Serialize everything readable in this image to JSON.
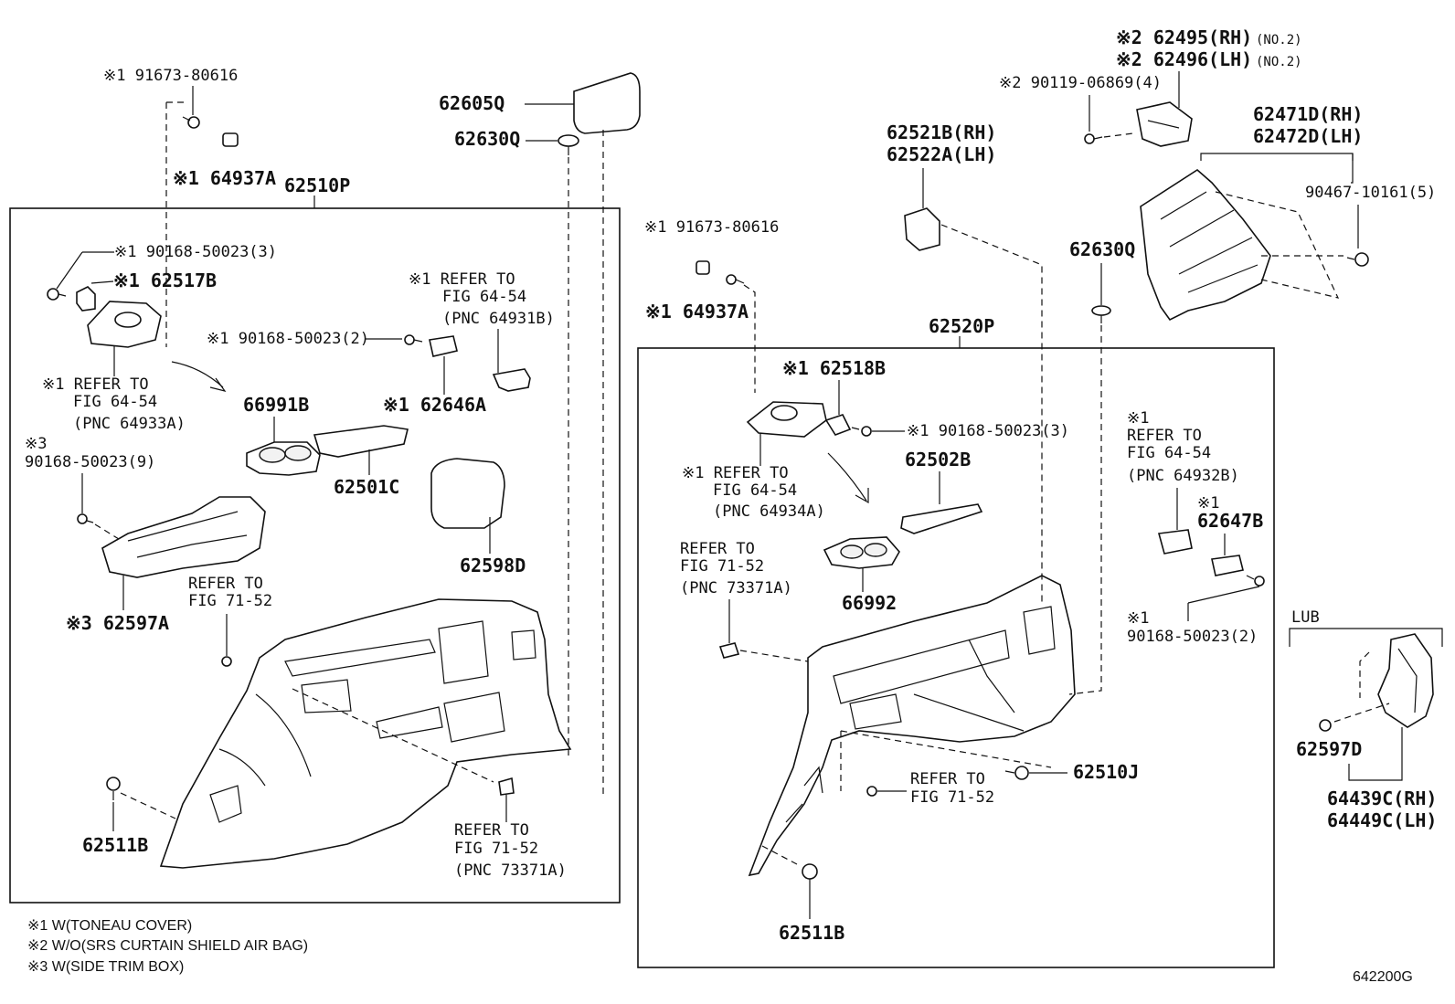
{
  "diagram_code": "642200G",
  "notes": [
    "※1 W(TONEAU COVER)",
    "※2 W/O(SRS CURTAIN SHIELD AIR BAG)",
    "※3 W(SIDE TRIM BOX)"
  ],
  "left_panel": {
    "title": "62510P",
    "labels": {
      "screw_top": "※1 91673-80616",
      "cap_top": "※1 64937A",
      "cover_q": "62605Q",
      "clip_q": "62630Q",
      "screw_3": "※1 90168-50023(3)",
      "bracket": "※1 62517B",
      "refer_64_54_a_1": "※1 REFER TO",
      "refer_64_54_a_2": "FIG 64-54",
      "refer_64_54_a_3": "(PNC 64933A)",
      "refer_64_54_b_1": "※1 REFER TO",
      "refer_64_54_b_2": "FIG 64-54",
      "refer_64_54_b_3": "(PNC 64931B)",
      "screw_2": "※1 90168-50023(2)",
      "holder": "※1 62646A",
      "cupholder": "66991B",
      "trim_strip": "62501C",
      "screw_9_a": "※3",
      "screw_9_b": "90168-50023(9)",
      "lid": "62598D",
      "refer_71_52_a_1": "REFER TO",
      "refer_71_52_a_2": "FIG 71-52",
      "box": "※3 62597A",
      "clip_b": "62511B",
      "refer_71_52_b_1": "REFER TO",
      "refer_71_52_b_2": "FIG 71-52",
      "refer_71_52_b_3": "(PNC 73371A)"
    }
  },
  "right_panel": {
    "title": "62520P",
    "labels": {
      "screw_top": "※1 91673-80616",
      "cap_top": "※1 64937A",
      "bracket_b": "※1 62518B",
      "screw_3": "※1 90168-50023(3)",
      "refer_64_54_a_1": "※1 REFER TO",
      "refer_64_54_a_2": "FIG 64-54",
      "refer_64_54_a_3": "(PNC 64934A)",
      "trim_strip": "62502B",
      "cupholder": "66992",
      "refer_71_52_a_1": "REFER TO",
      "refer_71_52_a_2": "FIG 71-52",
      "refer_71_52_a_3": "(PNC 73371A)",
      "refer_64_54_b_0": "※1",
      "refer_64_54_b_1": "REFER TO",
      "refer_64_54_b_2": "FIG 64-54",
      "refer_64_54_b_3": "(PNC 64932B)",
      "holder_0": "※1",
      "holder": "62647B",
      "screw_2_0": "※1",
      "screw_2": "90168-50023(2)",
      "clip_j": "62510J",
      "refer_71_52_b_1": "REFER TO",
      "refer_71_52_b_2": "FIG 71-52",
      "clip_b": "62511B"
    }
  },
  "top_right": {
    "part_rh_no2": "※2 62495(RH)",
    "part_lh_no2": "※2 62496(LH)",
    "no2_a": "(NO.2)",
    "no2_b": "(NO.2)",
    "screw_4": "※2 90119-06869(4)",
    "pillar_rh": "62471D(RH)",
    "pillar_lh": "62472D(LH)",
    "clip_5": "90467-10161(5)",
    "bracket_rh": "62521B(RH)",
    "bracket_lh": "62522A(LH)",
    "clip_q": "62630Q"
  },
  "lub": {
    "title": "LUB",
    "clip": "62597D",
    "part_rh": "64439C(RH)",
    "part_lh": "64449C(LH)"
  }
}
